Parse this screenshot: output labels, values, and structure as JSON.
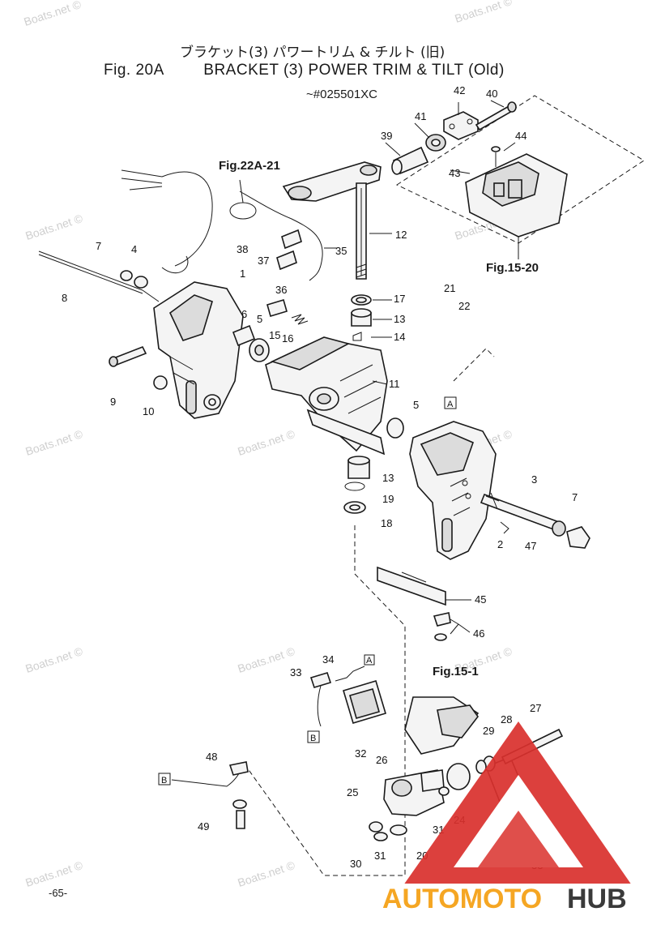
{
  "header": {
    "title_jp": "ブラケット(3) パワートリム & チルト (旧)",
    "fig_label": "Fig. 20A",
    "title_en": "BRACKET (3) POWER TRIM & TILT (Old)",
    "serial_range": "~#025501XC"
  },
  "cross_refs": [
    "Fig.22A-21",
    "Fig.15-20",
    "Fig.15-1"
  ],
  "box_labels": [
    "A",
    "A",
    "B",
    "B"
  ],
  "part_numbers": [
    "1",
    "2",
    "3",
    "4",
    "5",
    "5",
    "6",
    "7",
    "7",
    "8",
    "9",
    "10",
    "11",
    "12",
    "13",
    "13",
    "14",
    "15",
    "16",
    "17",
    "18",
    "19",
    "20",
    "21",
    "22",
    "24",
    "25",
    "26",
    "27",
    "28",
    "29",
    "30",
    "31",
    "31",
    "32",
    "32",
    "33",
    "33",
    "34",
    "35",
    "36",
    "37",
    "38",
    "39",
    "40",
    "41",
    "42",
    "43",
    "44",
    "45",
    "46",
    "47",
    "48",
    "49"
  ],
  "watermark": "Boats.net ©",
  "page_number": "-65-",
  "logo": {
    "part1": "AUTOMOTO",
    "part2": "HUB",
    "color_orange": "#f5a623",
    "color_red": "#d9302c",
    "color_dark": "#3a3a3a"
  }
}
